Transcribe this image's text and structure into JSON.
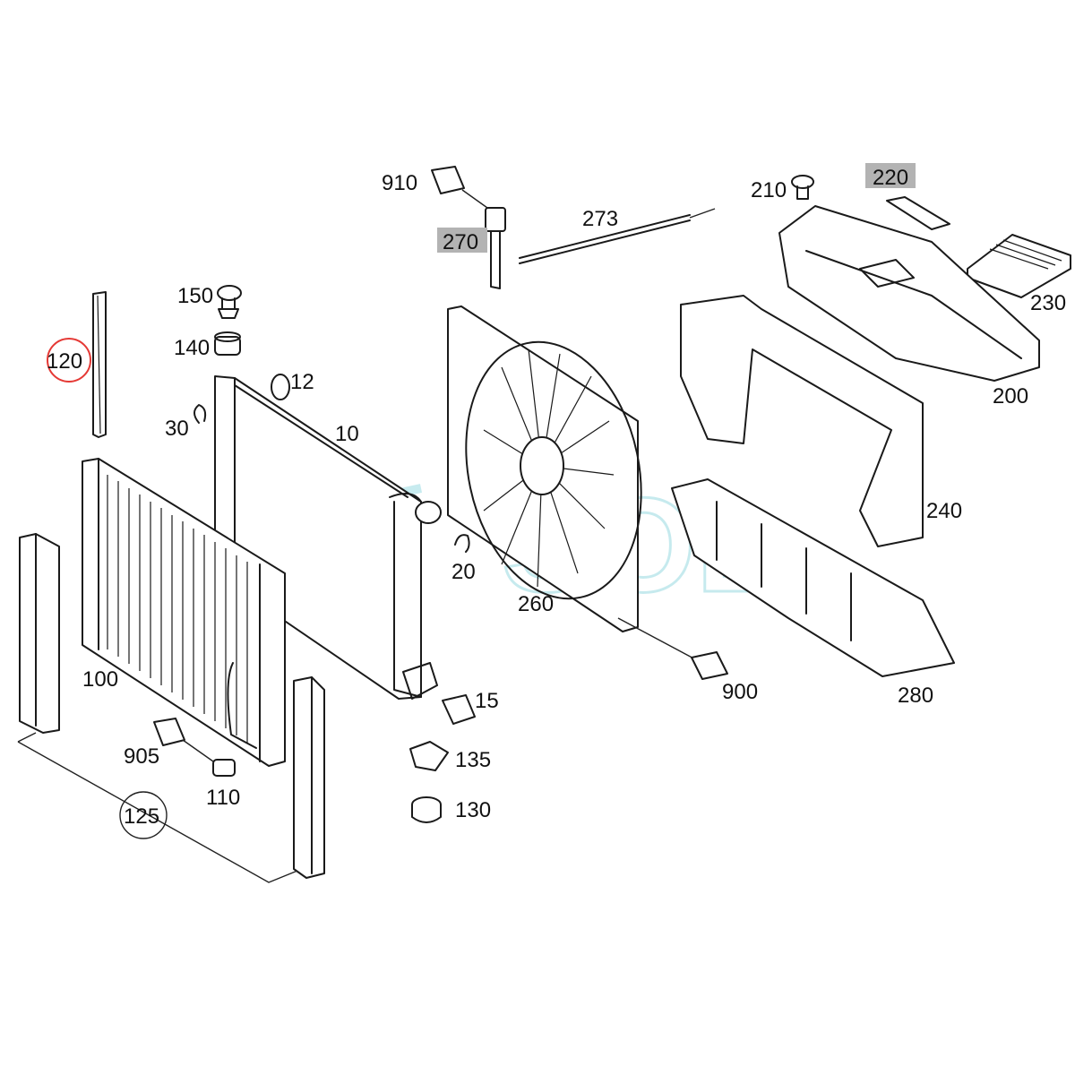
{
  "diagram": {
    "watermark_text": "SOL",
    "colors": {
      "line": "#1a1a1a",
      "highlight_box": "#b3b3b3",
      "highlight_circle": "#e53935",
      "watermark": "#5fc6d0"
    },
    "labels": {
      "p10": "10",
      "p12": "12",
      "p15": "15",
      "p20": "20",
      "p30": "30",
      "p100": "100",
      "p110": "110",
      "p120": "120",
      "p125": "125",
      "p130": "130",
      "p135": "135",
      "p140": "140",
      "p150": "150",
      "p200": "200",
      "p210": "210",
      "p220": "220",
      "p230": "230",
      "p240": "240",
      "p260": "260",
      "p270": "270",
      "p273": "273",
      "p280": "280",
      "p900": "900",
      "p905": "905",
      "p910": "910"
    },
    "highlighted_boxes": [
      "220",
      "270"
    ],
    "highlighted_circle": "120",
    "circled_plain": "125"
  }
}
